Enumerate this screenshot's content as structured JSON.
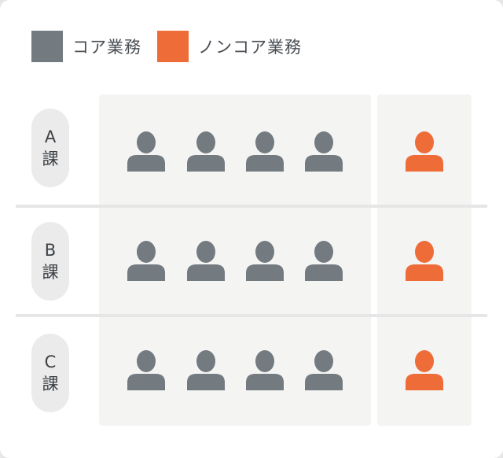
{
  "legend": [
    {
      "label": "コア業務",
      "color": "#737a80"
    },
    {
      "label": "ノンコア業務",
      "color": "#ee6c37"
    }
  ],
  "rows": [
    {
      "letter": "A",
      "suffix": "課",
      "core_members": 4,
      "noncore_members": 1
    },
    {
      "letter": "B",
      "suffix": "課",
      "core_members": 4,
      "noncore_members": 1
    },
    {
      "letter": "C",
      "suffix": "課",
      "core_members": 4,
      "noncore_members": 1
    }
  ],
  "icons": {
    "person": "person-icon"
  }
}
